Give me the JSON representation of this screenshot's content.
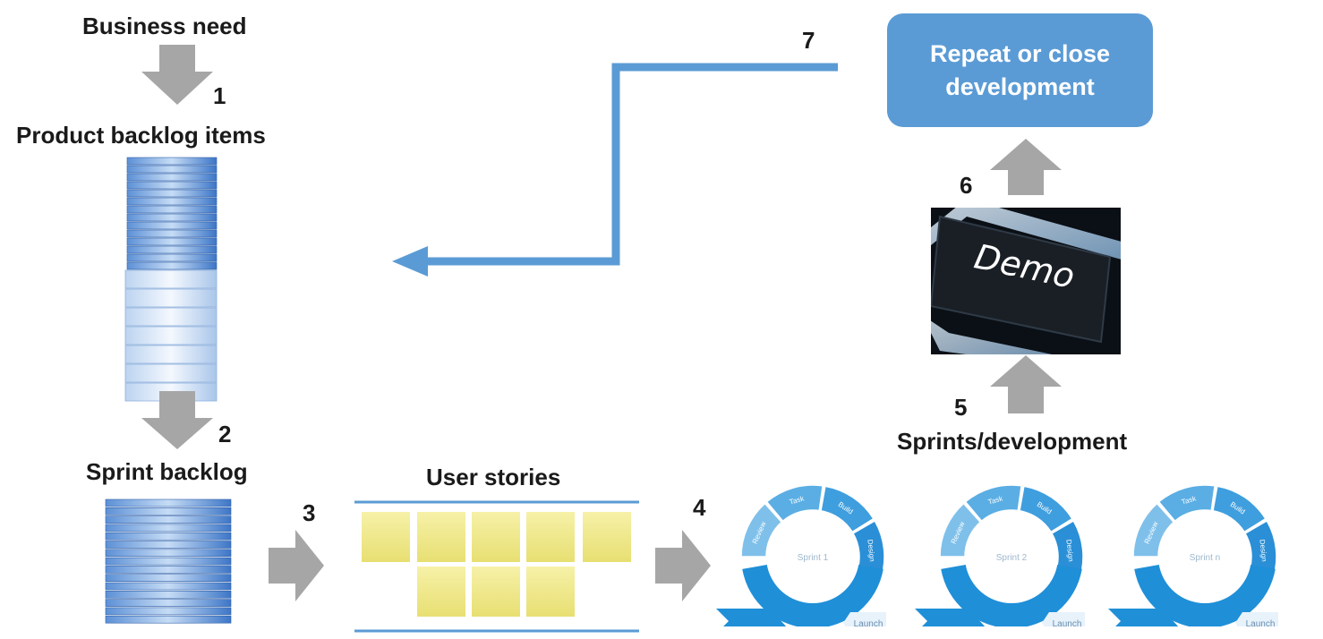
{
  "labels": {
    "business_need": "Business need",
    "product_backlog": "Product backlog items",
    "sprint_backlog": "Sprint backlog",
    "user_stories": "User stories",
    "sprints_development": "Sprints/development",
    "repeat_close": "Repeat or close development",
    "demo": "Demo"
  },
  "steps": [
    "1",
    "2",
    "3",
    "4",
    "5",
    "6",
    "7"
  ],
  "sprints": [
    {
      "name": "Sprint 1",
      "launch": "Launch",
      "phases": [
        "Review",
        "Task",
        "Build",
        "Design"
      ]
    },
    {
      "name": "Sprint 2",
      "launch": "Launch",
      "phases": [
        "Review",
        "Task",
        "Build",
        "Design"
      ]
    },
    {
      "name": "Sprint n",
      "launch": "Launch",
      "phases": [
        "Review",
        "Task",
        "Build",
        "Design"
      ]
    }
  ],
  "colors": {
    "accent_blue": "#5b9bd5",
    "arrow_gray": "#a6a6a6",
    "sticky_yellow": "#f0ea94",
    "cycle_blue": "#1f8fd8",
    "cycle_light": "#c9e3f5"
  }
}
